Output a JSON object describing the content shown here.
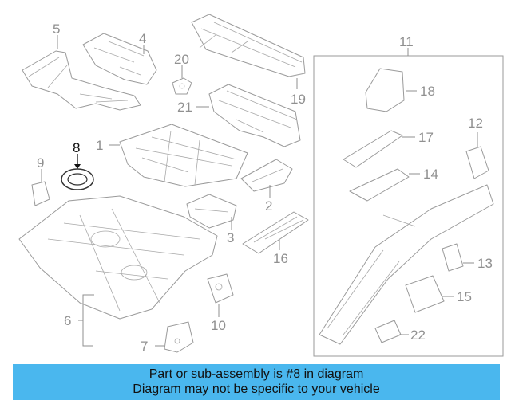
{
  "diagram": {
    "callouts": {
      "c1": "1",
      "c2": "2",
      "c3": "3",
      "c4": "4",
      "c5": "5",
      "c6": "6",
      "c7": "7",
      "c8": "8",
      "c9": "9",
      "c10": "10",
      "c11": "11",
      "c12": "12",
      "c13": "13",
      "c14": "14",
      "c15": "15",
      "c16": "16",
      "c17": "17",
      "c18": "18",
      "c19": "19",
      "c20": "20",
      "c21": "21",
      "c22": "22"
    },
    "highlighted_part": "8"
  },
  "banner": {
    "line1": "Part or sub-assembly is #8 in diagram",
    "line2": "Diagram may not be specific to your vehicle"
  },
  "colors": {
    "banner_bg": "#4ab7ee",
    "line_gray": "#9a9a9a",
    "highlight": "#111111"
  }
}
